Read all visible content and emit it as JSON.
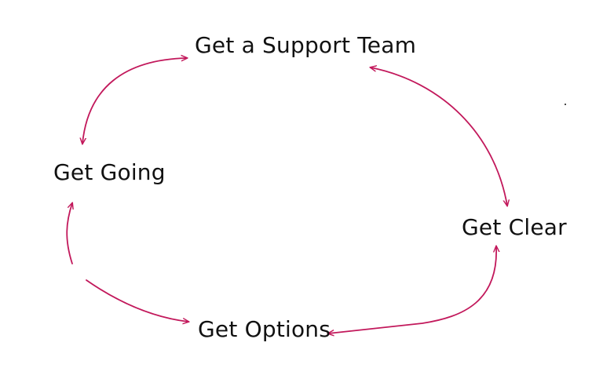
{
  "diagram": {
    "nodes": [
      {
        "id": "support",
        "label": "Get a Support Team"
      },
      {
        "id": "clear",
        "label": "Get Clear"
      },
      {
        "id": "options",
        "label": "Get Options"
      },
      {
        "id": "going",
        "label": "Get Going"
      }
    ],
    "edges": [
      {
        "from": "support",
        "to": "clear",
        "direction": "both"
      },
      {
        "from": "clear",
        "to": "options",
        "direction": "both"
      },
      {
        "from": "options",
        "to": "going",
        "direction": "both"
      },
      {
        "from": "going",
        "to": "support",
        "direction": "both"
      }
    ]
  },
  "colors": {
    "arrow": "#c2185b",
    "text": "#111111",
    "background": "#ffffff"
  }
}
